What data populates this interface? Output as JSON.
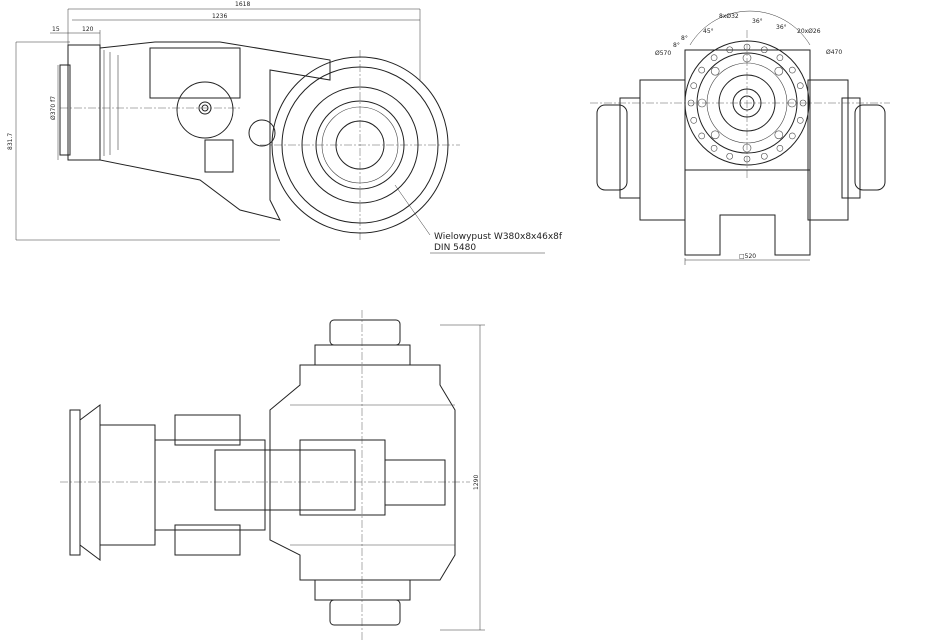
{
  "side_view": {
    "dim_overall_length": "1618",
    "dim_length": "1236",
    "dim_flange": "15",
    "dim_offset": "120",
    "dim_diameter": "Ø370 f7",
    "dim_height": "831.7",
    "note_line1": "Wielowypust W380x8x46x8f",
    "note_line2": "DIN 5480"
  },
  "front_view": {
    "dim_holes_large": "8xØ32",
    "dim_angle_45": "45°",
    "dim_angle_8a": "8°",
    "dim_angle_8b": "8°",
    "dim_angle_36a": "36°",
    "dim_angle_36b": "36°",
    "dim_holes_small": "20xØ26",
    "dim_pcd_outer": "Ø570",
    "dim_pcd_inner": "Ø470",
    "dim_square": "□520"
  },
  "plan_view": {
    "dim_width": "1290"
  }
}
